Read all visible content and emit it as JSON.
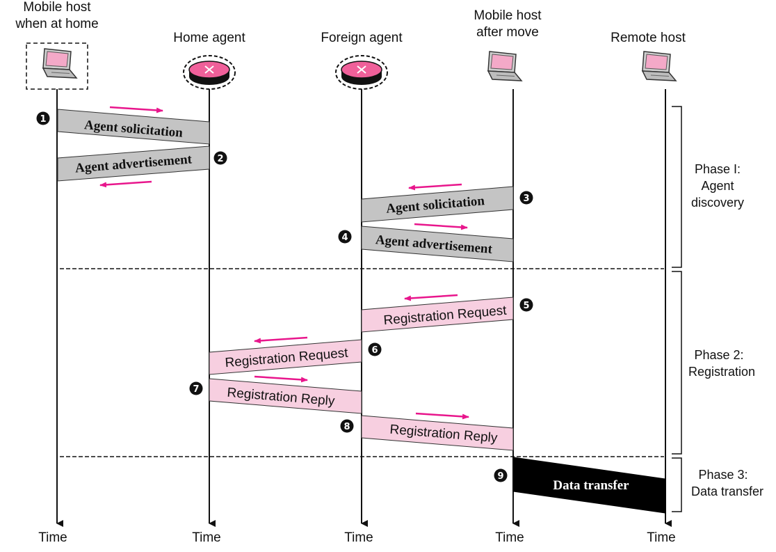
{
  "entities": [
    {
      "id": "mh-home",
      "label_lines": [
        "Mobile host",
        "when at home"
      ],
      "icon": "laptop-icon",
      "dashed_box": true
    },
    {
      "id": "home-agent",
      "label_lines": [
        "Home agent"
      ],
      "icon": "router-icon"
    },
    {
      "id": "foreign-agent",
      "label_lines": [
        "Foreign agent"
      ],
      "icon": "router-icon"
    },
    {
      "id": "mh-after",
      "label_lines": [
        "Mobile host",
        "after move"
      ],
      "icon": "laptop-icon"
    },
    {
      "id": "remote-host",
      "label_lines": [
        "Remote host"
      ],
      "icon": "laptop-icon"
    }
  ],
  "time_label": "Time",
  "messages": [
    {
      "step": "1",
      "text": "Agent solicitation",
      "style": "gray-bold"
    },
    {
      "step": "2",
      "text": "Agent advertisement",
      "style": "gray-bold"
    },
    {
      "step": "3",
      "text": "Agent solicitation",
      "style": "gray-bold"
    },
    {
      "step": "4",
      "text": "Agent advertisement",
      "style": "gray-bold"
    },
    {
      "step": "5",
      "text": "Registration Request",
      "style": "pink"
    },
    {
      "step": "6",
      "text": "Registration Request",
      "style": "pink"
    },
    {
      "step": "7",
      "text": "Registration Reply",
      "style": "pink"
    },
    {
      "step": "8",
      "text": "Registration Reply",
      "style": "pink"
    },
    {
      "step": "9",
      "text": "Data transfer",
      "style": "black-bold"
    }
  ],
  "phases": [
    {
      "lines": [
        "Phase I:",
        "Agent",
        "discovery"
      ]
    },
    {
      "lines": [
        "Phase 2:",
        "Registration"
      ]
    },
    {
      "lines": [
        "Phase 3:",
        "Data transfer"
      ]
    }
  ],
  "colors": {
    "gray_fill": "#c4c4c4",
    "pink_fill": "#f7cfe0",
    "black_fill": "#000000",
    "arrow_magenta": "#e8168c",
    "router_pink": "#f0609a"
  }
}
